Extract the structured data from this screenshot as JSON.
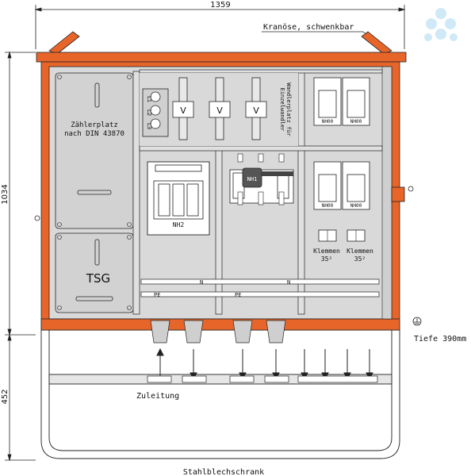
{
  "dimensions": {
    "width": "1359",
    "height_cabinet": "1034",
    "height_base": "452",
    "depth": "Tiefe 390mm"
  },
  "labels": {
    "crane_eye": "Kranöse, schwenkbar",
    "meter_place": "Zählerplatz",
    "meter_standard": "nach DIN 43870",
    "tsg": "TSG",
    "converter_place_1": "Wandlerplatz für",
    "converter_place_2": "Einzelwandler",
    "nh2": "NH2",
    "nh1": "NH1",
    "nh00_top_left": "NH00",
    "nh00_top_right": "NH00",
    "nh00_mid_left": "NH00",
    "nh00_mid_right": "NH00",
    "terminal_left": "Klemmen",
    "terminal_left_size": "35²",
    "terminal_right": "Klemmen",
    "terminal_right_size": "35²",
    "phase_l1": "L1",
    "phase_l2": "L2",
    "phase_l3": "L3",
    "n_bar_1": "N",
    "n_bar_2": "N",
    "pe_bar_1": "PE",
    "pe_bar_2": "PE",
    "supply": "Zuleitung",
    "cabinet_type": "Stahlblechschrank"
  },
  "colors": {
    "housing": "#e8652a",
    "housing_dark": "#c64d1b",
    "panel": "#d9d9d9",
    "line": "#222222",
    "watermark": "#bfe3f5"
  }
}
